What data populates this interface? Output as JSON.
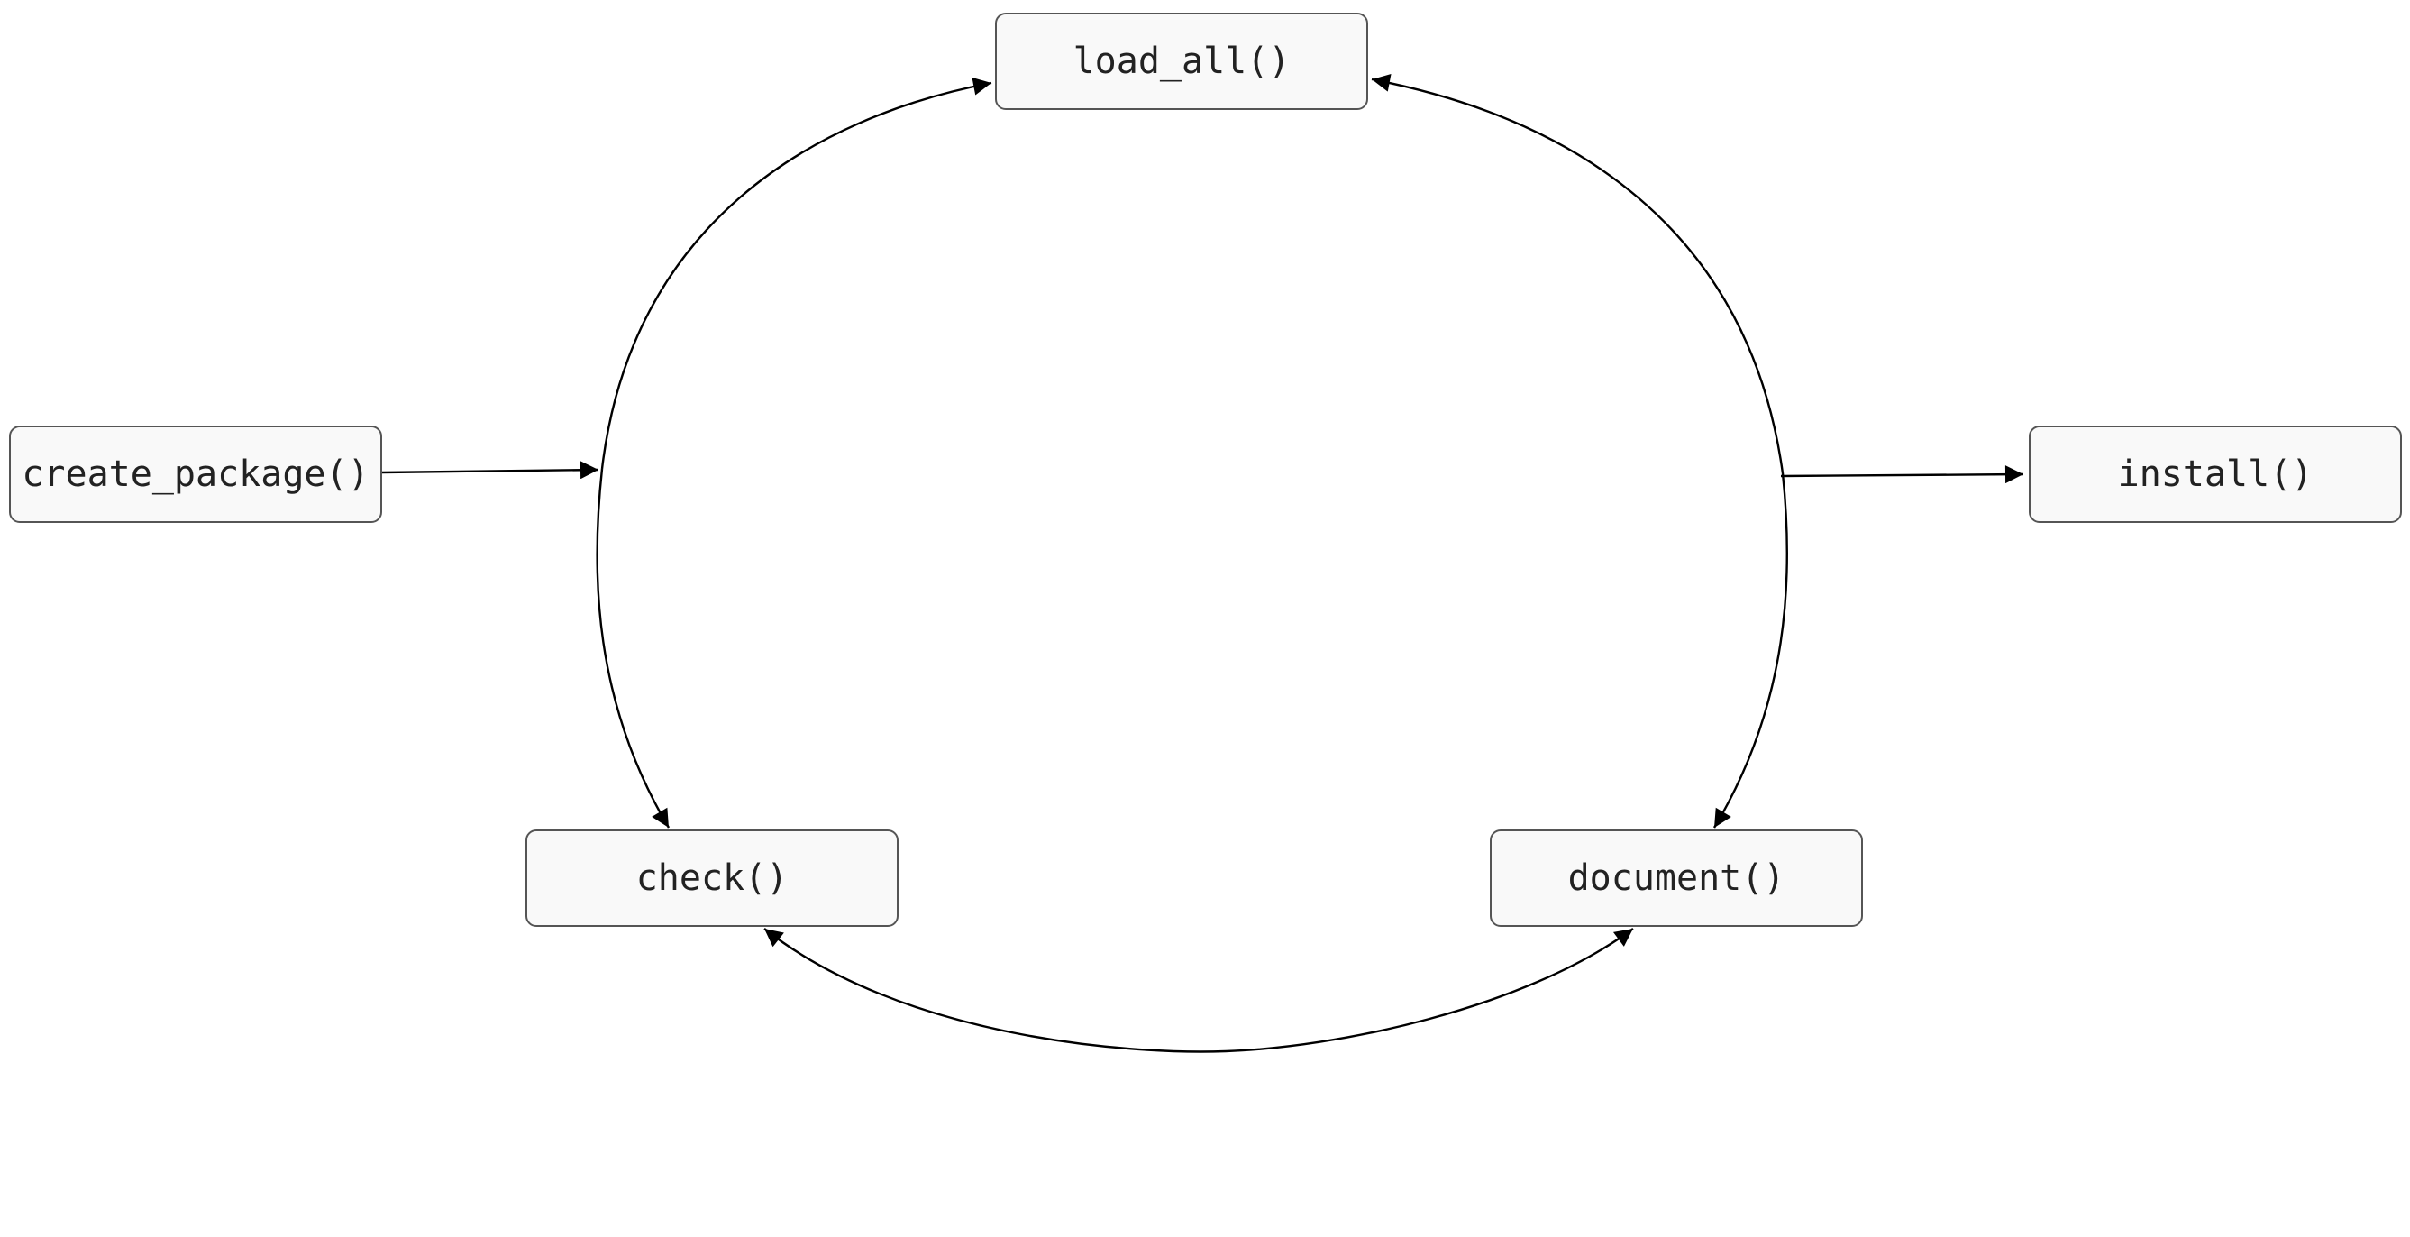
{
  "diagram": {
    "nodes": {
      "load_all": "load_all()",
      "create_package": "create_package()",
      "install": "install()",
      "check": "check()",
      "document": "document()"
    },
    "edges": [
      {
        "from": "create_package",
        "to": "cycle",
        "style": "straight arrow"
      },
      {
        "from": "check",
        "to": "load_all",
        "style": "curved arrow"
      },
      {
        "from": "document",
        "to": "load_all",
        "style": "curved arrow"
      },
      {
        "from": "cycle",
        "to": "check",
        "style": "curved arrow"
      },
      {
        "from": "cycle",
        "to": "document",
        "style": "curved arrow"
      },
      {
        "from": "cycle",
        "to": "install",
        "style": "straight arrow"
      },
      {
        "from": "check",
        "to": "document",
        "style": "curved double arrow"
      }
    ],
    "colors": {
      "node_fill": "#f9f9f9",
      "node_border": "#555555",
      "edge": "#000000",
      "text": "#222222"
    }
  }
}
